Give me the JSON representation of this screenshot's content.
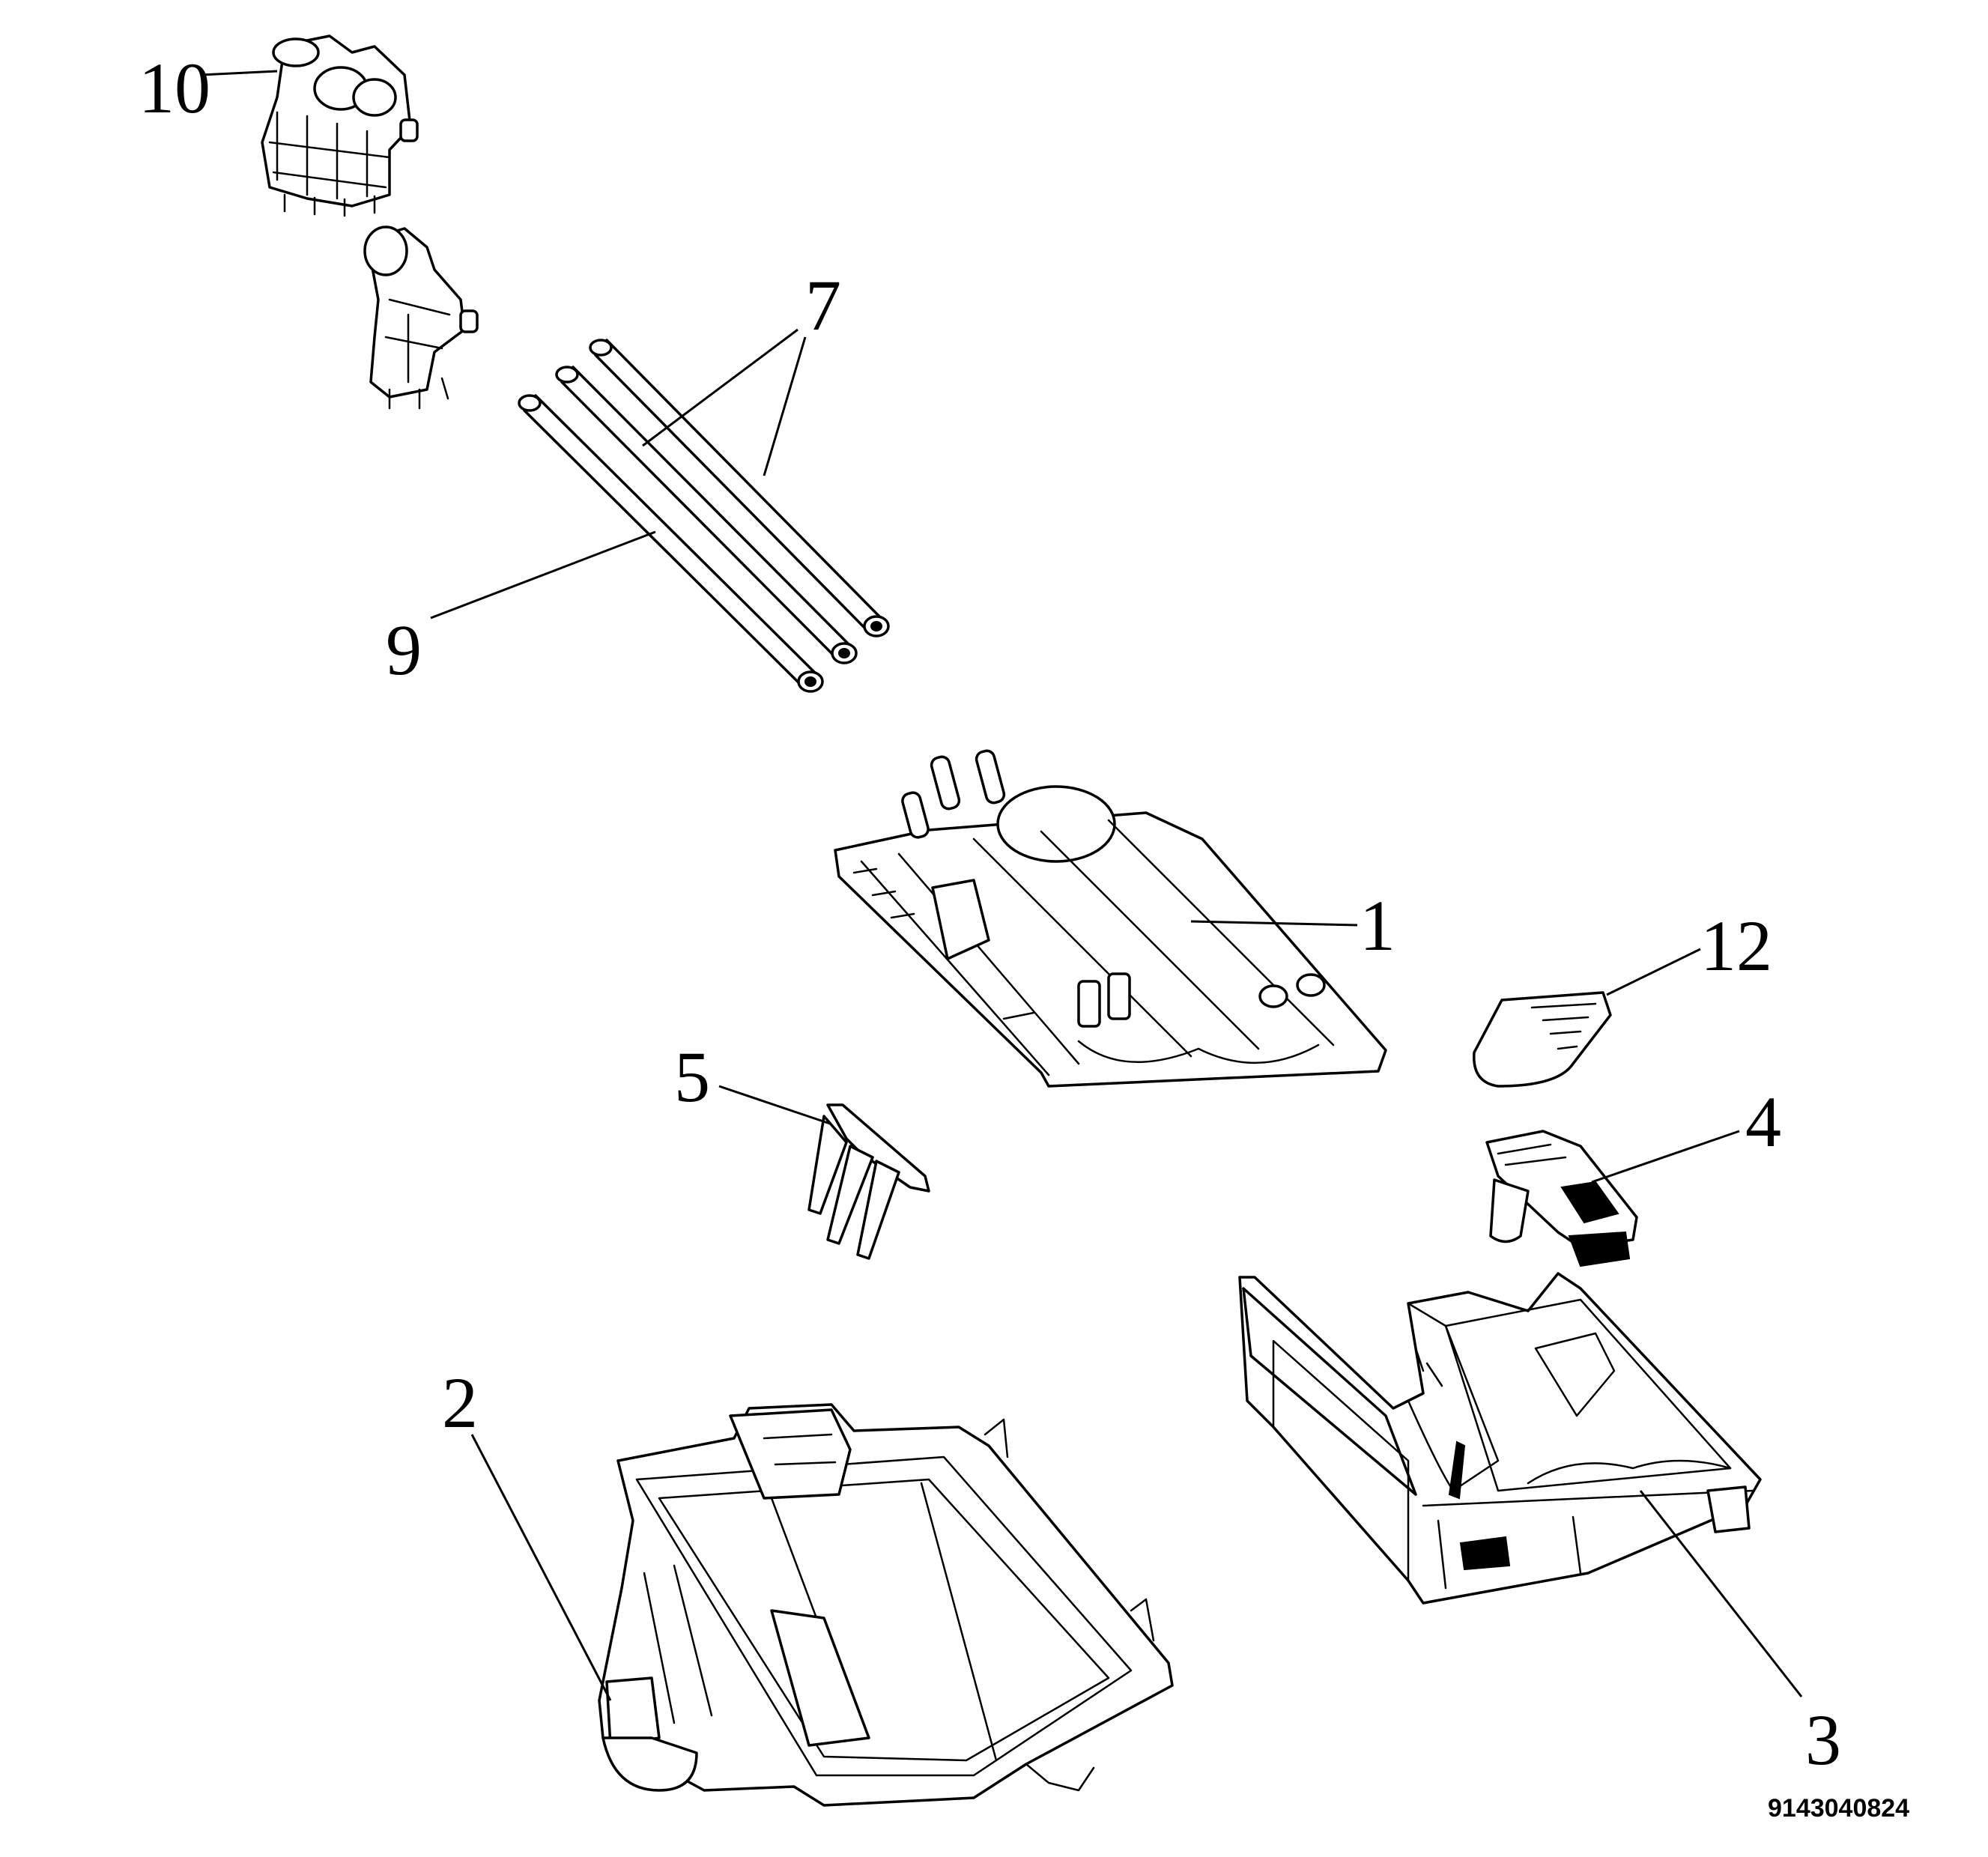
{
  "callouts": {
    "c1": "1",
    "c2": "2",
    "c3": "3",
    "c4": "4",
    "c5": "5",
    "c7": "7",
    "c9": "9",
    "c10": "10",
    "c12": "12"
  },
  "diagram_code": "9143040824"
}
